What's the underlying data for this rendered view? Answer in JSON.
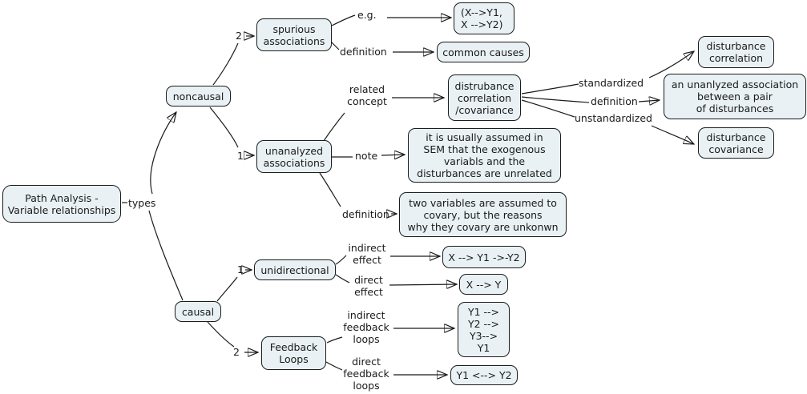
{
  "colors": {
    "background": "#ffffff",
    "node_fill": "#e9f1f4",
    "node_border": "#1c1c1c",
    "line": "#1a1a1a",
    "text": "#1a1a1a"
  },
  "nodes": {
    "root": "Path Analysis -\nVariable relationships",
    "noncausal": "noncausal",
    "spurious_associations": "spurious\nassociations",
    "spurious_example": "(X-->Y1,\nX -->Y2)",
    "common_causes": "common causes",
    "disturbance_corr_cov": "distrubance\ncorrelation\n/covariance",
    "disturbance_correlation": "disturbance\ncorrelation",
    "unanalyzed_assoc_definition": "an unanlyzed association\nbetween a pair\nof disturbances",
    "disturbance_covariance": "disturbance\ncovariance",
    "unanalyzed_associations": "unanalyzed\nassociations",
    "sem_note": "it is usually assumed in\nSEM that the exogenous\nvariabls and the\ndisturbances are unrelated",
    "unanalyzed_definition": "two variables are assumed to\ncovary, but the reasons\nwhy they covary are unkonwn",
    "unidirectional": "unidirectional",
    "indirect_effect_example": "X --> Y1 ->-Y2",
    "direct_effect_example": "X --> Y",
    "causal": "causal",
    "feedback_loops": "Feedback\nLoops",
    "indirect_feedback_example": "Y1 -->\nY2 -->\nY3-->\nY1",
    "direct_feedback_example": "Y1 <--> Y2"
  },
  "edge_labels": {
    "types": "types",
    "eg": "e.g.",
    "definition_spurious": "definition",
    "related_concept": "related\nconcept",
    "standardized": "standardized",
    "definition_disturbance": "definition",
    "unstandardized": "unstandardized",
    "note": "note",
    "definition_unanalyzed": "definition",
    "indirect_effect": "indirect\neffect",
    "direct_effect": "direct\neffect",
    "indirect_feedback": "indirect\nfeedback\nloops",
    "direct_feedback": "direct\nfeedback\nloops",
    "order_2_noncausal": "2",
    "order_1_noncausal": "1",
    "order_1_causal": "1",
    "order_2_causal": "2"
  }
}
